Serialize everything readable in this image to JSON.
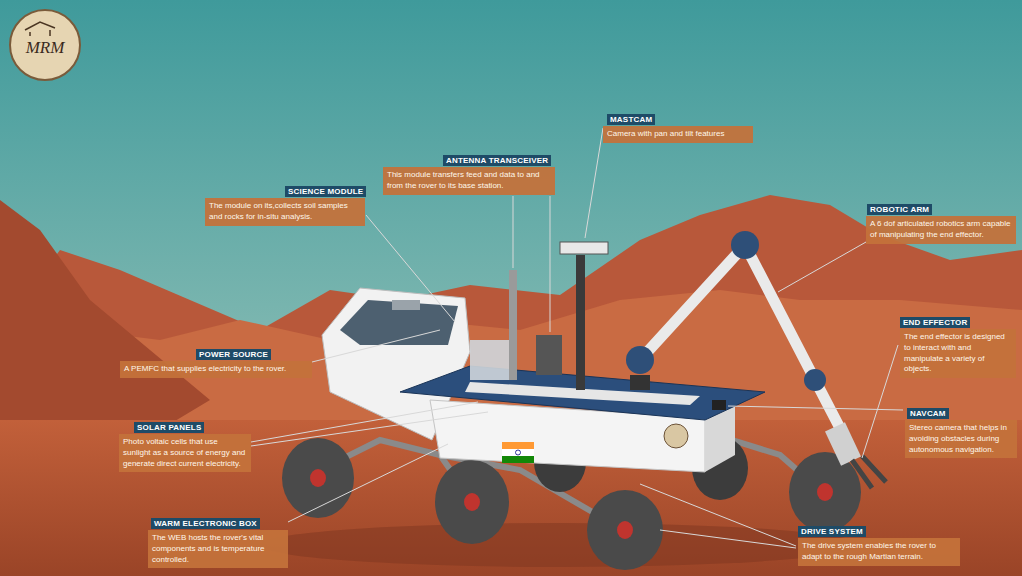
{
  "diagram": {
    "nodes": [
      {
        "text": [
          "MASTCAM",
          "Camera with pan and tilt features"
        ]
      },
      {
        "text": [
          "ANTENNA TRANSCEIVER",
          "This module transfers feed and data to and from the rover to its base station."
        ]
      },
      {
        "text": [
          "SCIENCE MODULE",
          "The module on its,collects soil samples and rocks for in-situ analysis."
        ]
      },
      {
        "text": [
          "ROBOTIC ARM",
          "A 6 dof articulated robotics arm capable of manipulating the end effector."
        ]
      },
      {
        "text": [
          "END EFFECTOR",
          "The end effector is designed to interact with and manipulate a variety of objects."
        ]
      },
      {
        "text": [
          "POWER SOURCE",
          "A PEMFC that supplies electricity to the rover."
        ]
      },
      {
        "text": [
          "NAVCAM",
          "Stereo camera that helps in avoiding obstacles during autonomous navigation."
        ]
      },
      {
        "text": [
          "SOLAR PANELS",
          "Photo voltaic cells that use sunlight as a source of energy and generate direct current electricity."
        ]
      },
      {
        "text": [
          "WARM ELECTRONIC BOX",
          "The WEB hosts the rover's vital components and is temperature controlled."
        ]
      },
      {
        "text": [
          "DRIVE SYSTEM",
          "The drive system enables the rover to adapt to the rough Martian terrain."
        ]
      }
    ],
    "labels": [
      "MRM"
    ]
  }
}
